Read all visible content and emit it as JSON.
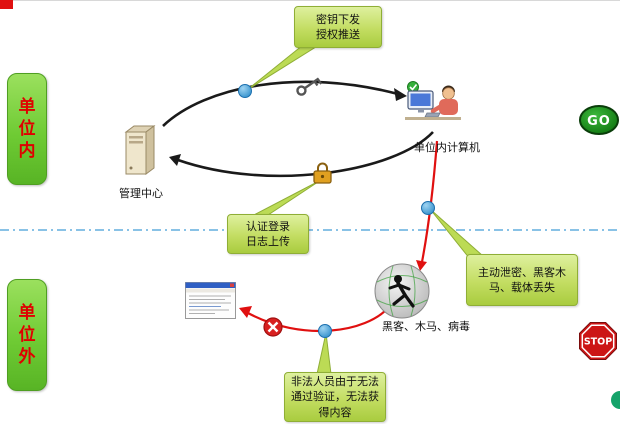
{
  "zones": {
    "inside": "单位内",
    "outside": "单位外"
  },
  "callouts": {
    "key_push": "密钥下发\n授权推送",
    "auth_login": "认证登录\n日志上传",
    "leak_risk": "主动泄密、黑客木\n马、载体丢失",
    "illegal_user": "非法人员由于无法\n通过验证，无法获\n得内容"
  },
  "nodes": {
    "management_center": "管理中心",
    "inside_computer": "单位内计算机",
    "hacker": "黑客、木马、病毒",
    "go_sign": "GO",
    "stop_sign": "STOP"
  },
  "colors": {
    "zone_green": "#6fcb34",
    "callout_green": "#c3dd62",
    "alert_red": "#e01010",
    "connector_dot_blue": "#3fa9e0",
    "go_green": "#0e7a0e",
    "stop_red": "#cc1616",
    "divider_blue": "#62aede"
  }
}
